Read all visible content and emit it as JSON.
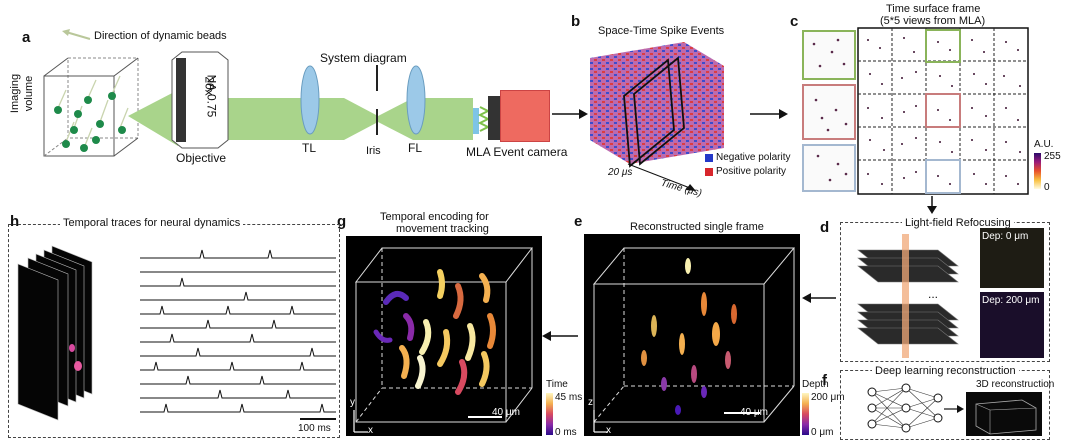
{
  "panel_labels": {
    "a": "a",
    "b": "b",
    "c": "c",
    "d": "d",
    "e": "e",
    "f": "f",
    "g": "g",
    "h": "h"
  },
  "panel_a": {
    "legend": "Direction of dynamic beads",
    "volume_label_1": "Imaging",
    "volume_label_2": "volume",
    "objective_mag": "20x",
    "objective_na": "NA 0.75",
    "objective_label": "Objective",
    "system_title": "System diagram",
    "tl": "TL",
    "iris": "Iris",
    "fl": "FL",
    "camera": "MLA Event camera"
  },
  "panel_b": {
    "title": "Space-Time Spike Events",
    "legend_neg": "Negative polarity",
    "legend_pos": "Positive polarity",
    "time_interval": "20 μs",
    "time_axis": "Time (μs)",
    "neg_color": "#2438c8",
    "pos_color": "#d8262c"
  },
  "panel_c": {
    "title_1": "Time surface frame",
    "title_2": "(5*5 views from MLA)",
    "cbar_unit": "A.U.",
    "cbar_max": "255",
    "cbar_min": "0"
  },
  "panel_d": {
    "title": "Light-field Refocusing",
    "depth_top": "Dep: 0 μm",
    "depth_bottom": "Dep: 200 μm",
    "ellipsis": "..."
  },
  "panel_e": {
    "title": "Reconstructed single frame",
    "scale": "40 μm",
    "cbar_title": "Depth",
    "cbar_max": "200 μm",
    "cbar_min": "0 μm",
    "axis_z": "z",
    "axis_x": "x"
  },
  "panel_f": {
    "title": "Deep learning reconstruction",
    "output": "3D reconstruction"
  },
  "panel_g": {
    "title_1": "Temporal encoding for",
    "title_2": "movement tracking",
    "scale": "40 μm",
    "cbar_title": "Time",
    "cbar_max": "45 ms",
    "cbar_min": "0 ms",
    "axis_y": "y",
    "axis_x": "x"
  },
  "panel_h": {
    "title": "Temporal traces for neural dynamics",
    "scale": "100 ms"
  }
}
